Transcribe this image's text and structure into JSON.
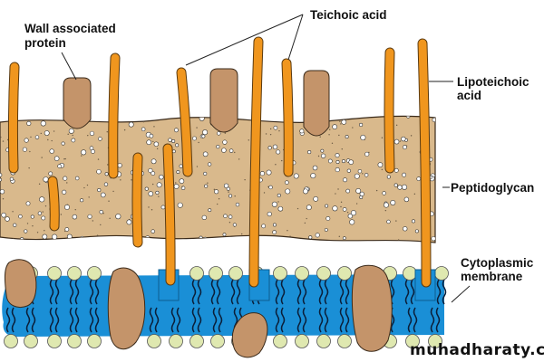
{
  "title": "Gram-positive bacterial cell wall",
  "labels": {
    "wall_protein_line1": "Wall associated",
    "wall_protein_line2": "protein",
    "teichoic_acid": "Teichoic acid",
    "lipoteichoic_line1": "Lipoteichoic",
    "lipoteichoic_line2": "acid",
    "peptidoglycan": "Peptidoglycan",
    "membrane_line1": "Cytoplasmic",
    "membrane_line2": "membrane"
  },
  "watermark": "muhadharaty.com",
  "colors": {
    "peptidoglycan": "#d9b98c",
    "teichoic": "#f0961e",
    "protein": "#c4946a",
    "membrane": "#1a8fd6",
    "lipid_head": "#dfe8b0",
    "lipid_tail": "#0b1f3a",
    "outline": "#3a2a1a"
  }
}
